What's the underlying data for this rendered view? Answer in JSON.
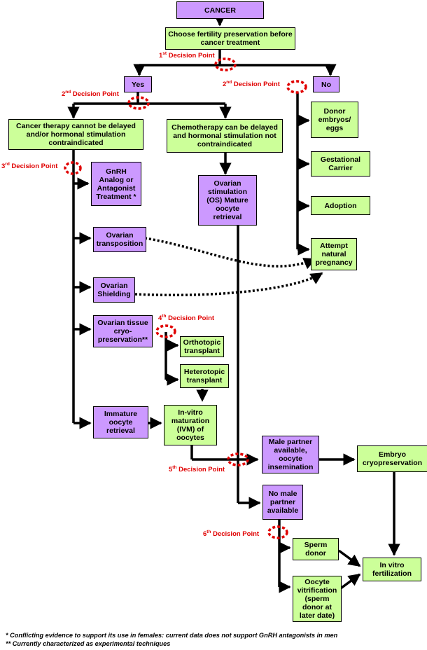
{
  "nodes": {
    "cancer": "CANCER",
    "choose": "Choose fertility preservation before\ncancer treatment",
    "yes": "Yes",
    "no": "No",
    "cannot_delay": "Cancer therapy cannot be delayed\nand/or hormonal stimulation\ncontraindicated",
    "can_delay": "Chemotherapy can be delayed\nand hormonal stimulation not\ncontraindicated",
    "donor_embryos": "Donor\nembryos/\neggs",
    "gestational": "Gestational\nCarrier",
    "adoption": "Adoption",
    "natural": "Attempt\nnatural\npregnancy",
    "gnrh": "GnRH\nAnalog or\nAntagonist\nTreatment *",
    "ovarian_stim": "Ovarian\nstimulation\n(OS) Mature\noocyte\nretrieval",
    "transposition": "Ovarian\ntransposition",
    "shielding": "Ovarian\nShielding",
    "tissue_cryo": "Ovarian tissue\ncryo-\npreservation**",
    "orthotopic": "Orthotopic\ntransplant",
    "heterotopic": "Heterotopic\ntransplant",
    "immature": "Immature\noocyte\nretrieval",
    "ivm": "In-vitro\nmaturation\n(IVM) of\noocytes",
    "male_partner": "Male partner\navailable,\noocyte\ninsemination",
    "embryo_cryo": "Embryo\ncryopreservation",
    "no_male": "No male\npartner\navailable",
    "sperm_donor": "Sperm\ndonor",
    "ivf": "In vitro\nfertilization",
    "vitrification": "Oocyte\nvitrification\n(sperm\ndonor at\nlater date)"
  },
  "decision_points": {
    "dp1": {
      "num": "1",
      "sup": "st",
      "text": " Decision Point"
    },
    "dp2a": {
      "num": "2",
      "sup": "nd",
      "text": " Decision Point"
    },
    "dp2b": {
      "num": "2",
      "sup": "nd",
      "text": " Decision Point"
    },
    "dp3": {
      "num": "3",
      "sup": "rd",
      "text": " Decision Point"
    },
    "dp4": {
      "num": "4",
      "sup": "th",
      "text": " Decision Point"
    },
    "dp5": {
      "num": "5",
      "sup": "th",
      "text": " Decision Point"
    },
    "dp6": {
      "num": "6",
      "sup": "th",
      "text": " Decision Point"
    }
  },
  "footnotes": {
    "f1": "* Conflicting evidence to support its use in females: current data does not support GnRH antagonists in men",
    "f2": "** Currently characterized as experimental techniques"
  },
  "colors": {
    "purple_box": "#cc99ff",
    "green_box": "#ccff99",
    "decision_marker": "#e00000",
    "line": "#000000"
  }
}
